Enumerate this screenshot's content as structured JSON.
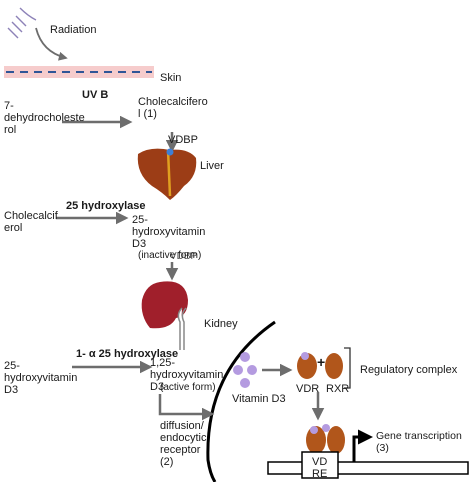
{
  "labels": {
    "radiation": "Radiation",
    "skin": "Skin",
    "dehydro": "7-\ndehydrocholeste\nrol",
    "uvb": "UV B",
    "cholecalciferol_1": "Cholecalcifero\nl (1)",
    "vdbp_1": "VDBP",
    "liver": "Liver",
    "cholecalciferol_2": "Cholecalcif\nerol",
    "hydroxylase25": "25 hydroxylase",
    "hydroxyvitd3": "25-\nhydroxyvitamin\nD3",
    "inactive_form": "(inactive form)",
    "vdbp_2": "VDBP",
    "kidney": "Kidney",
    "hydroxyvitd3_left": "25-\nhydroxyvitamin\nD3",
    "alpha_hydroxylase": "1- α 25 hydroxylase",
    "dihydroxyvitd3": "1,25-\nhydroxyvitamin\nD3",
    "active_form": "(active form)",
    "diffusion": "diffusion/\nendocytic\nreceptor\n(2)",
    "vitamin_d3": "Vitamin D3",
    "vdr": "VDR",
    "plus": "+",
    "rxr": "RXR",
    "regulatory_complex": "Regulatory complex",
    "vdre": "VD\nRE",
    "gene_transcription": "Gene transcription (3)"
  },
  "colors": {
    "arrow": "#6d6d6d",
    "skin_fill": "#f6cccc",
    "skin_dash": "#2f5597",
    "liver": "#9c3d16",
    "kidney": "#a01f2b",
    "vitamin_dot": "#b49be0",
    "receptor": "#b1561b"
  },
  "icons": [
    "radiation-icon",
    "skin-band",
    "liver-icon",
    "kidney-icon",
    "cell-membrane",
    "vitamin-d3-molecules",
    "vdr-receptor",
    "rxr-receptor",
    "dna-strand",
    "transcription-arrow"
  ]
}
